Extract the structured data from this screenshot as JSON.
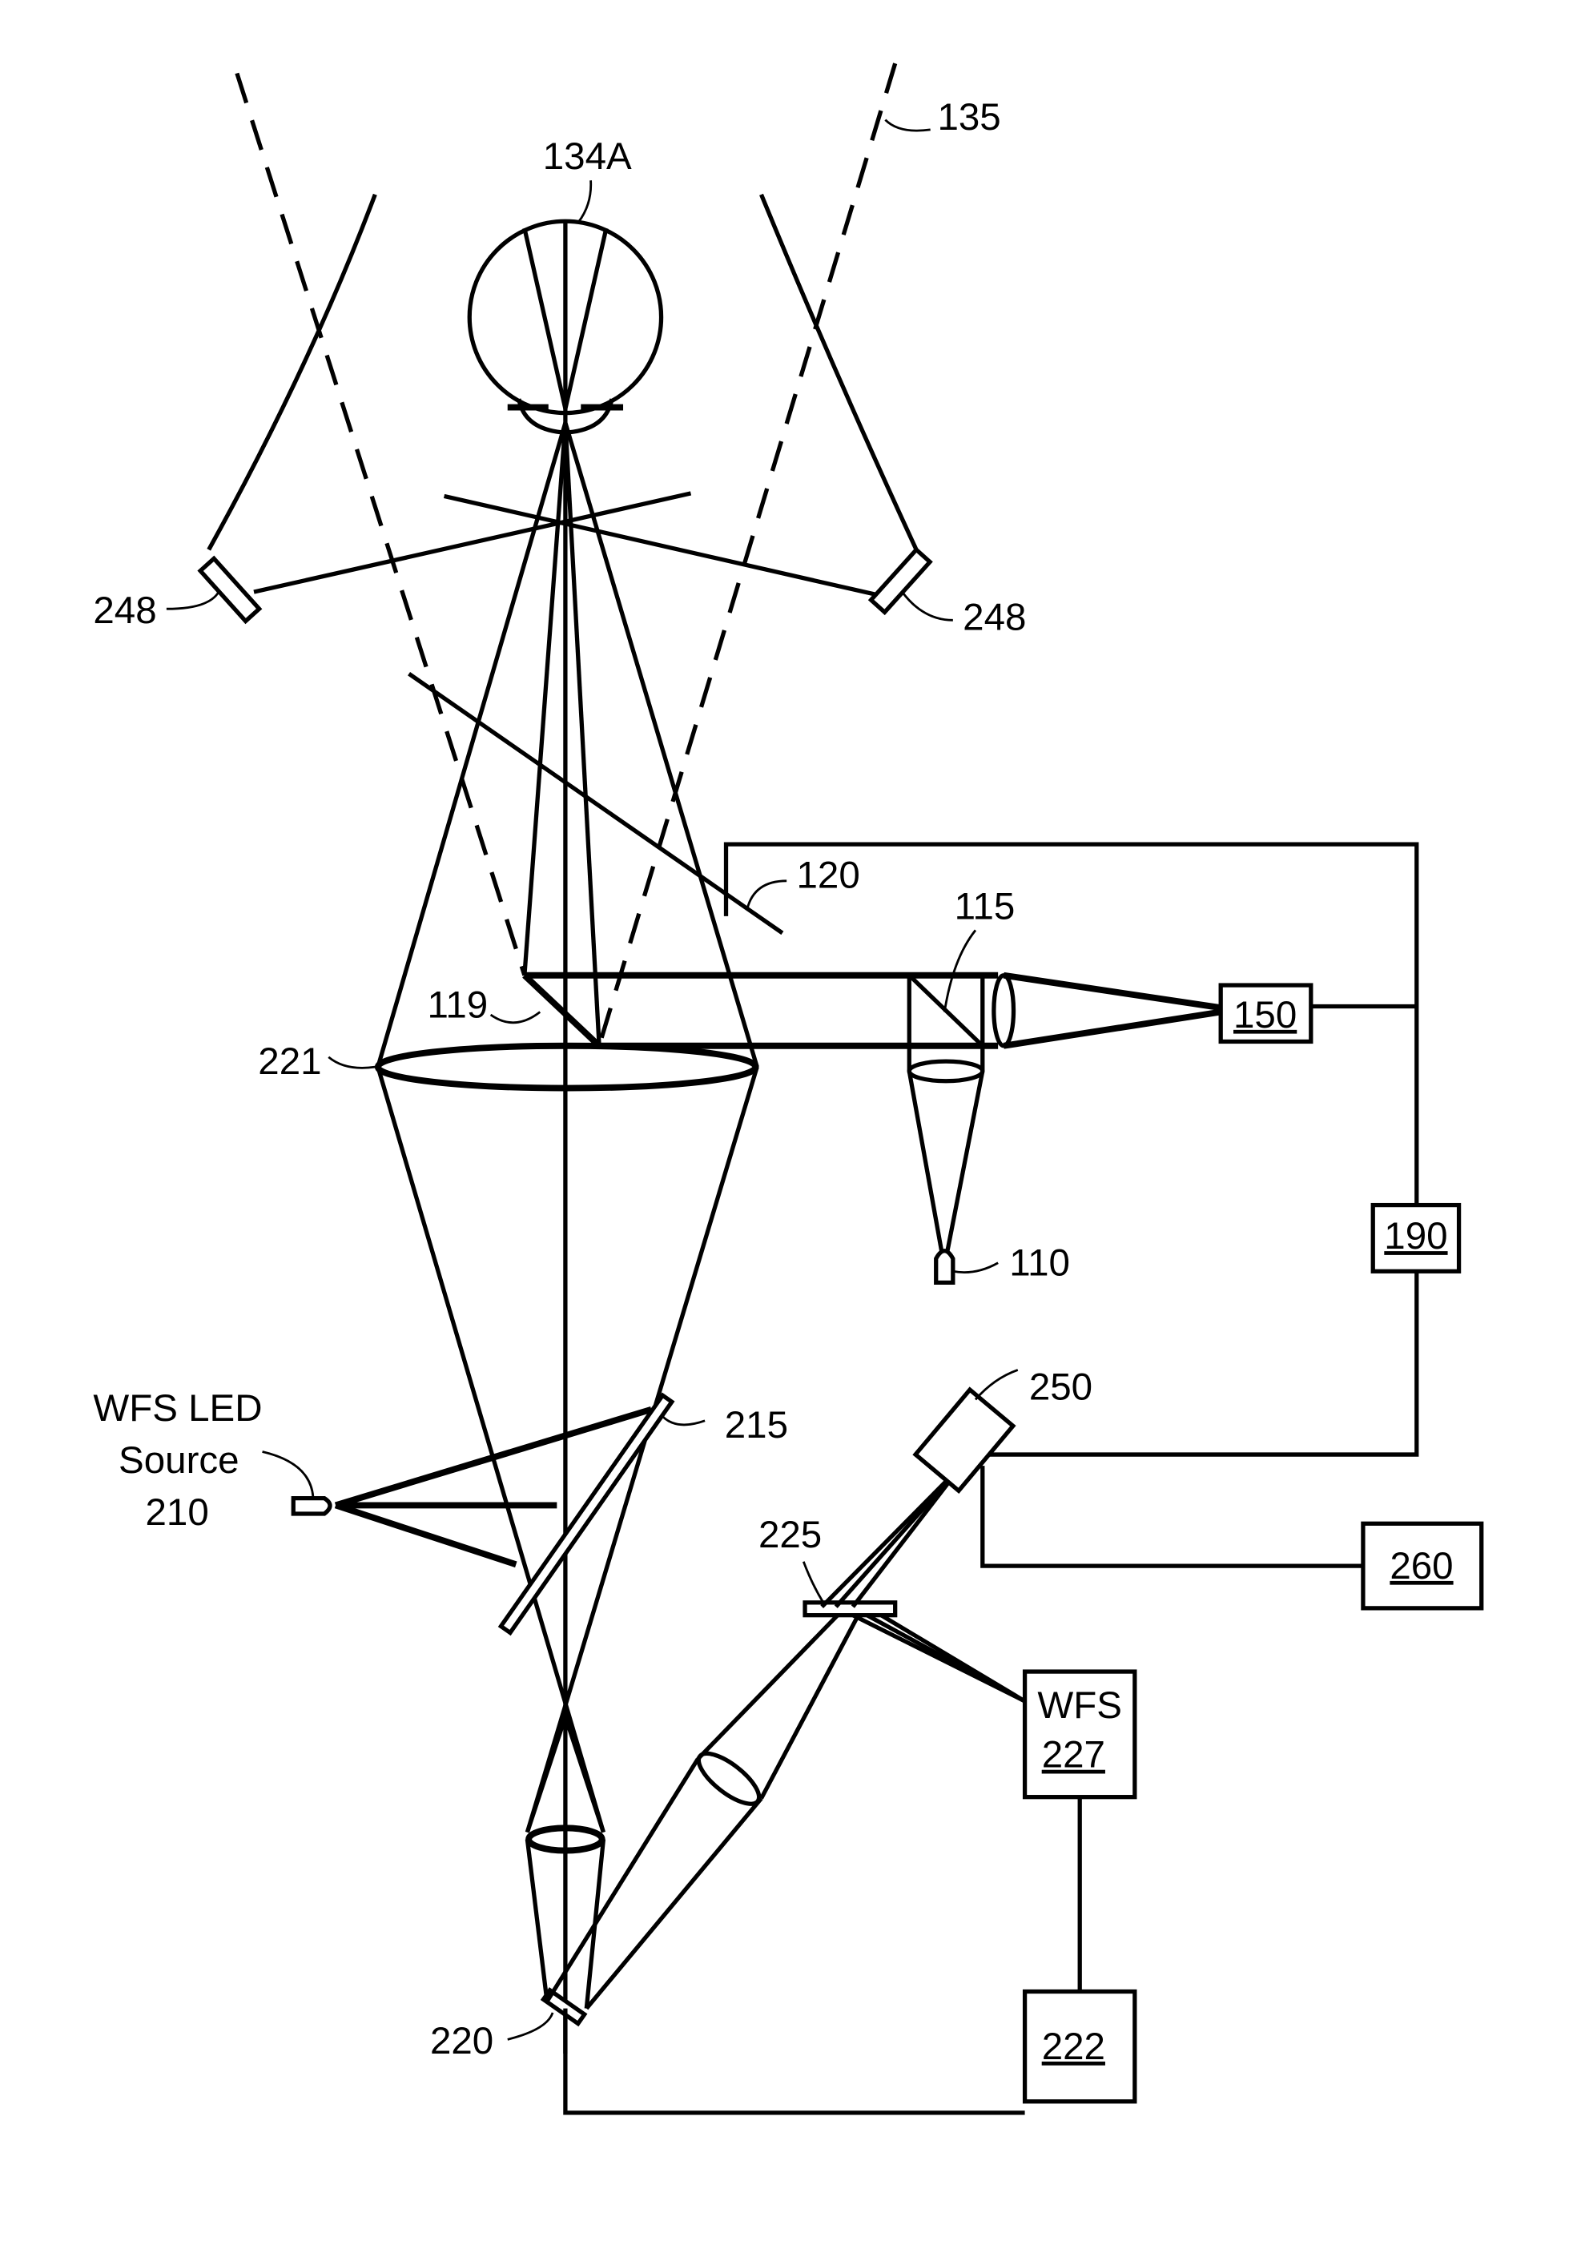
{
  "figure": {
    "type": "optical system schematic",
    "labels": {
      "eye": "134A",
      "field_line": "135",
      "illuminator_left": "248",
      "illuminator_right": "248",
      "mirror_120": "120",
      "beamsplitter_115": "115",
      "mirror_119": "119",
      "lens_221": "221",
      "source_110": "110",
      "wfs_led_line1": "WFS LED",
      "wfs_led_line2": "Source",
      "wfs_led_line3": "210",
      "beamsplitter_215": "215",
      "camera_250": "250",
      "lenslet_225": "225",
      "mirror_220": "220"
    },
    "boxes": {
      "box_150": "150",
      "box_190": "190",
      "box_260": "260",
      "box_222": "222",
      "wfs_title": "WFS",
      "wfs_number": "227"
    }
  }
}
